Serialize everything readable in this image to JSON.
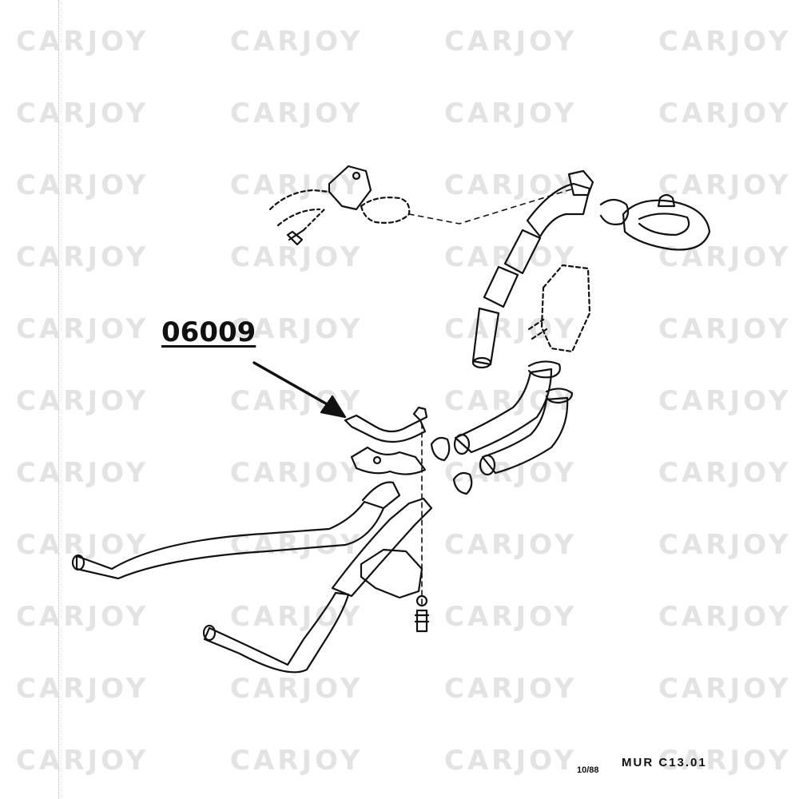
{
  "part_callout": {
    "number": "06009"
  },
  "watermark": {
    "text": "CARJOY"
  },
  "footer": {
    "date": "10/88",
    "code": "MUR  C13.01"
  },
  "colors": {
    "ink": "#111111",
    "watermark": "#e3e3e3"
  }
}
